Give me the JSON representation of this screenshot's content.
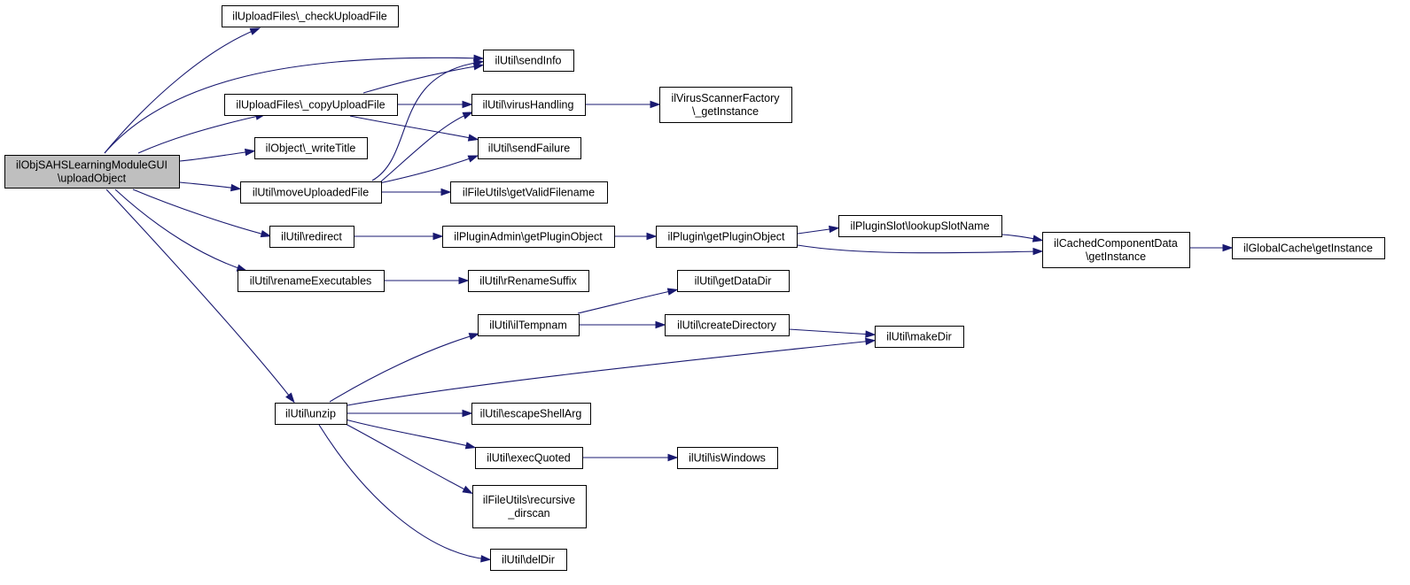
{
  "graph": {
    "title": "",
    "edge_color": "#191970",
    "root_fill": "#bfbfbf",
    "nodes": [
      {
        "id": "root",
        "lines": [
          "ilObjSAHSLearningModuleGUI",
          "\\uploadObject"
        ]
      },
      {
        "id": "checkUploadFile",
        "lines": [
          "ilUploadFiles\\_checkUploadFile"
        ]
      },
      {
        "id": "sendInfo",
        "lines": [
          "ilUtil\\sendInfo"
        ]
      },
      {
        "id": "copyUploadFile",
        "lines": [
          "ilUploadFiles\\_copyUploadFile"
        ]
      },
      {
        "id": "virusHandling",
        "lines": [
          "ilUtil\\virusHandling"
        ]
      },
      {
        "id": "virusScanner",
        "lines": [
          "ilVirusScannerFactory",
          "\\_getInstance"
        ]
      },
      {
        "id": "writeTitle",
        "lines": [
          "ilObject\\_writeTitle"
        ]
      },
      {
        "id": "sendFailure",
        "lines": [
          "ilUtil\\sendFailure"
        ]
      },
      {
        "id": "moveUploadedFile",
        "lines": [
          "ilUtil\\moveUploadedFile"
        ]
      },
      {
        "id": "getValidFilename",
        "lines": [
          "ilFileUtils\\getValidFilename"
        ]
      },
      {
        "id": "redirect",
        "lines": [
          "ilUtil\\redirect"
        ]
      },
      {
        "id": "pluginAdmin",
        "lines": [
          "ilPluginAdmin\\getPluginObject"
        ]
      },
      {
        "id": "pluginObj",
        "lines": [
          "ilPlugin\\getPluginObject"
        ]
      },
      {
        "id": "lookupSlot",
        "lines": [
          "ilPluginSlot\\lookupSlotName"
        ]
      },
      {
        "id": "cachedComp",
        "lines": [
          "ilCachedComponentData",
          "\\getInstance"
        ]
      },
      {
        "id": "globalCache",
        "lines": [
          "ilGlobalCache\\getInstance"
        ]
      },
      {
        "id": "renameExec",
        "lines": [
          "ilUtil\\renameExecutables"
        ]
      },
      {
        "id": "rRename",
        "lines": [
          "ilUtil\\rRenameSuffix"
        ]
      },
      {
        "id": "getDataDir",
        "lines": [
          "ilUtil\\getDataDir"
        ]
      },
      {
        "id": "ilTempnam",
        "lines": [
          "ilUtil\\ilTempnam"
        ]
      },
      {
        "id": "createDir",
        "lines": [
          "ilUtil\\createDirectory"
        ]
      },
      {
        "id": "makeDir",
        "lines": [
          "ilUtil\\makeDir"
        ]
      },
      {
        "id": "unzip",
        "lines": [
          "ilUtil\\unzip"
        ]
      },
      {
        "id": "escapeShell",
        "lines": [
          "ilUtil\\escapeShellArg"
        ]
      },
      {
        "id": "execQuoted",
        "lines": [
          "ilUtil\\execQuoted"
        ]
      },
      {
        "id": "isWindows",
        "lines": [
          "ilUtil\\isWindows"
        ]
      },
      {
        "id": "recursiveDirscan",
        "lines": [
          "ilFileUtils\\recursive",
          "_dirscan"
        ]
      },
      {
        "id": "delDir",
        "lines": [
          "ilUtil\\delDir"
        ]
      }
    ],
    "edges": [
      {
        "from": "root",
        "to": "checkUploadFile"
      },
      {
        "from": "root",
        "to": "sendInfo"
      },
      {
        "from": "root",
        "to": "copyUploadFile"
      },
      {
        "from": "root",
        "to": "writeTitle"
      },
      {
        "from": "root",
        "to": "moveUploadedFile"
      },
      {
        "from": "root",
        "to": "redirect"
      },
      {
        "from": "root",
        "to": "renameExec"
      },
      {
        "from": "root",
        "to": "unzip"
      },
      {
        "from": "copyUploadFile",
        "to": "sendInfo"
      },
      {
        "from": "copyUploadFile",
        "to": "virusHandling"
      },
      {
        "from": "copyUploadFile",
        "to": "sendFailure"
      },
      {
        "from": "virusHandling",
        "to": "virusScanner"
      },
      {
        "from": "moveUploadedFile",
        "to": "sendInfo"
      },
      {
        "from": "moveUploadedFile",
        "to": "virusHandling"
      },
      {
        "from": "moveUploadedFile",
        "to": "sendFailure"
      },
      {
        "from": "moveUploadedFile",
        "to": "getValidFilename"
      },
      {
        "from": "redirect",
        "to": "pluginAdmin"
      },
      {
        "from": "pluginAdmin",
        "to": "pluginObj"
      },
      {
        "from": "pluginObj",
        "to": "lookupSlot"
      },
      {
        "from": "pluginObj",
        "to": "cachedComp"
      },
      {
        "from": "lookupSlot",
        "to": "cachedComp"
      },
      {
        "from": "cachedComp",
        "to": "globalCache"
      },
      {
        "from": "renameExec",
        "to": "rRename"
      },
      {
        "from": "ilTempnam",
        "to": "getDataDir"
      },
      {
        "from": "ilTempnam",
        "to": "createDir"
      },
      {
        "from": "createDir",
        "to": "makeDir"
      },
      {
        "from": "unzip",
        "to": "ilTempnam"
      },
      {
        "from": "unzip",
        "to": "makeDir"
      },
      {
        "from": "unzip",
        "to": "escapeShell"
      },
      {
        "from": "unzip",
        "to": "execQuoted"
      },
      {
        "from": "unzip",
        "to": "recursiveDirscan"
      },
      {
        "from": "unzip",
        "to": "delDir"
      },
      {
        "from": "execQuoted",
        "to": "isWindows"
      }
    ]
  }
}
